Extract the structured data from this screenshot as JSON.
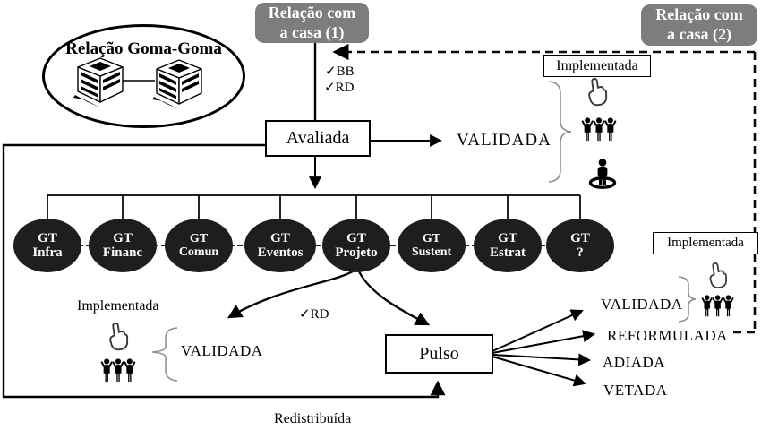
{
  "colors": {
    "box_gray": "#7d7d7d",
    "node_fill": "#1e1e1e",
    "line_black": "#000000",
    "brace_gray": "#8a8a8a"
  },
  "goma": {
    "label": "Relação Goma-Goma"
  },
  "casa1": {
    "line1": "Relação com",
    "line2": "a casa (1)"
  },
  "casa2": {
    "line1": "Relação com",
    "line2": "a casa (2)"
  },
  "checks": {
    "bb": "✓BB",
    "rd": "✓RD",
    "rd_lower": "✓RD"
  },
  "avaliada": {
    "label": "Avaliada"
  },
  "validada_top": "VALIDADA",
  "implementada_top": "Implementada",
  "implementada_left": "Implementada",
  "implementada_right": "Implementada",
  "gts": [
    {
      "l1": "GT",
      "l2": "Infra"
    },
    {
      "l1": "GT",
      "l2": "Financ"
    },
    {
      "l1": "GT",
      "l2": "Comun"
    },
    {
      "l1": "GT",
      "l2": "Eventos"
    },
    {
      "l1": "GT",
      "l2": "Projeto"
    },
    {
      "l1": "GT",
      "l2": "Sustent"
    },
    {
      "l1": "GT",
      "l2": "Estrat"
    },
    {
      "l1": "GT",
      "l2": "?"
    }
  ],
  "validada_left": "VALIDADA",
  "pulso": {
    "label": "Pulso"
  },
  "outcomes": [
    "VALIDADA",
    "REFORMULADA",
    "ADIADA",
    "VETADA"
  ],
  "redistribuida": "Redistribuída"
}
